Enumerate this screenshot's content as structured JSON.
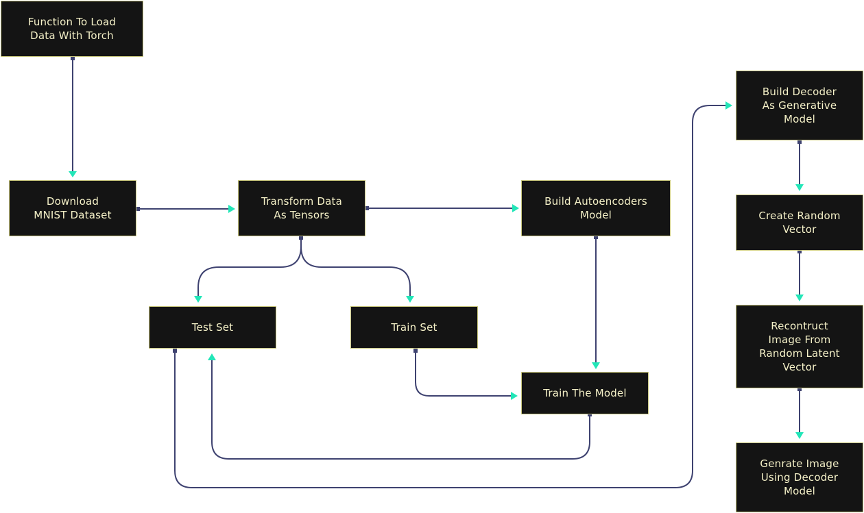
{
  "colors": {
    "background": "#ffffff",
    "node_fill": "#141414",
    "node_border": "#c9c77d",
    "node_text": "#f5f1c8",
    "connector": "#3e4270",
    "arrowhead": "#22e6b8"
  },
  "nodes": {
    "load": "Function To Load\nData With Torch",
    "download": "Download\nMNIST Dataset",
    "transform": "Transform Data\nAs Tensors",
    "build_ae": "Build Autoencoders\nModel",
    "test_set": "Test Set",
    "train_set": "Train Set",
    "train_model": "Train The Model",
    "build_decoder": "Build Decoder\nAs  Generative\nModel",
    "random_vector": "Create Random\nVector",
    "reconstruct": "Recontruct\nImage From\nRandom Latent\nVector",
    "generate": "Genrate Image\nUsing Decoder\nModel"
  }
}
